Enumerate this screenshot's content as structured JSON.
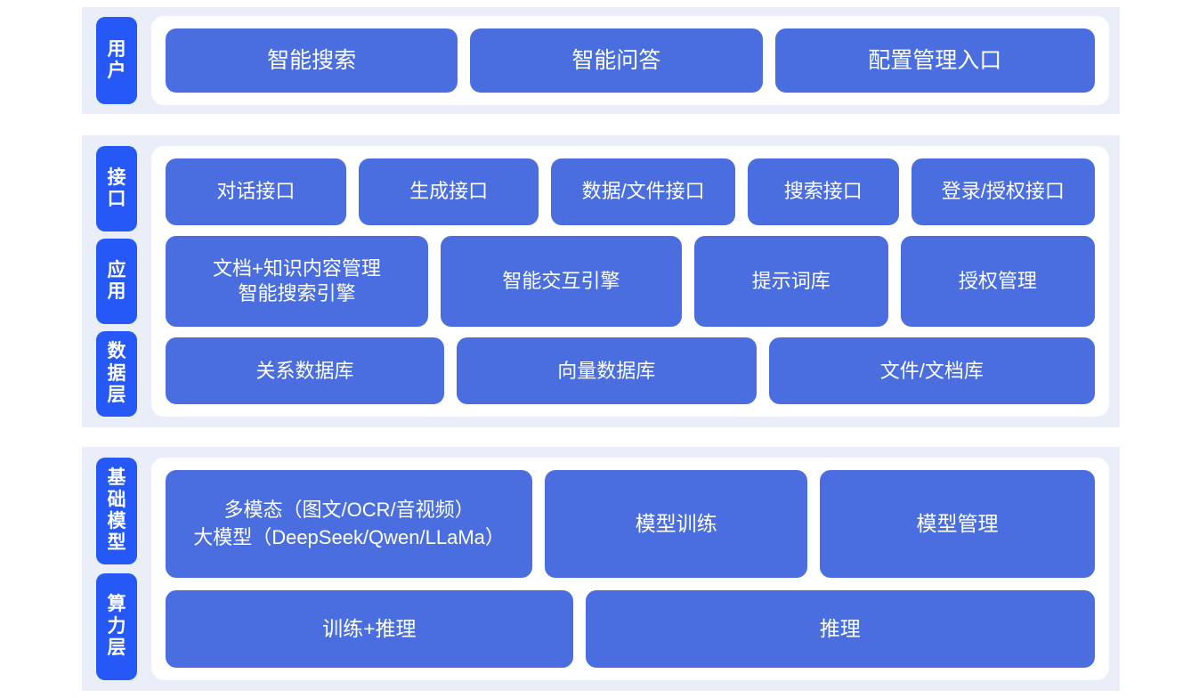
{
  "diagram": {
    "colors": {
      "page_background": "#ffffff",
      "band_background": "#e9eef8",
      "card_background": "#ffffff",
      "tab_blue": "#2558f6",
      "box_blue": "#4a6ee0",
      "text_on_blue": "#ffffff"
    }
  },
  "groups": [
    {
      "id": "user",
      "tabs": [
        {
          "label": "用户"
        }
      ],
      "rows": [
        {
          "boxes": [
            {
              "label": "智能搜索",
              "flex": 1
            },
            {
              "label": "智能问答",
              "flex": 1
            },
            {
              "label": "配置管理入口",
              "flex": 1.1
            }
          ]
        }
      ]
    },
    {
      "id": "core",
      "tabs": [
        {
          "label": "接口"
        },
        {
          "label": "应用"
        },
        {
          "label": "数据层"
        }
      ],
      "rows": [
        {
          "boxes": [
            {
              "label": "对话接口",
              "flex": 1.02
            },
            {
              "label": "生成接口",
              "flex": 1.02
            },
            {
              "label": "数据/文件接口",
              "flex": 1.04
            },
            {
              "label": "搜索接口",
              "flex": 0.84
            },
            {
              "label": "登录/授权接口",
              "flex": 1.04
            }
          ]
        },
        {
          "boxes": [
            {
              "label": "文档+知识内容管理\n智能搜索引擎",
              "flex": 1.38,
              "multiline": true
            },
            {
              "label": "智能交互引擎",
              "flex": 1.26
            },
            {
              "label": "提示词库",
              "flex": 1.0
            },
            {
              "label": "授权管理",
              "flex": 1.0
            }
          ]
        },
        {
          "boxes": [
            {
              "label": "关系数据库",
              "flex": 1
            },
            {
              "label": "向量数据库",
              "flex": 1.08
            },
            {
              "label": "文件/文档库",
              "flex": 1.18
            }
          ]
        }
      ]
    },
    {
      "id": "infra",
      "tabs": [
        {
          "label": "基础模型"
        },
        {
          "label": "算力层"
        }
      ],
      "rows": [
        {
          "boxes": [
            {
              "label": "多模态（图文/OCR/音视频）\n大模型（DeepSeek/Qwen/LLaMa）",
              "flex": 1.42,
              "multiline": true
            },
            {
              "label": "模型训练",
              "flex": 1.0
            },
            {
              "label": "模型管理",
              "flex": 1.05
            }
          ]
        },
        {
          "boxes": [
            {
              "label": "训练+推理",
              "flex": 1
            },
            {
              "label": "推理",
              "flex": 1.26
            }
          ]
        }
      ]
    }
  ]
}
